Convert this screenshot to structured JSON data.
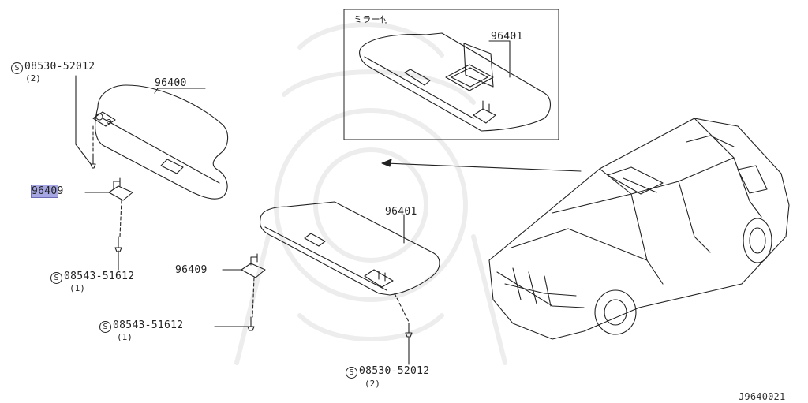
{
  "inset": {
    "title": "ミラー付",
    "part": "96401"
  },
  "labels": {
    "screw_top_left": {
      "part": "08530-52012",
      "qty": "(2)"
    },
    "visor_left": "96400",
    "holder_left": {
      "highlight": "9640",
      "rest": "9"
    },
    "screw_left_bottom": {
      "part": "08543-51612",
      "qty": "(1)"
    },
    "visor_right": "96401",
    "holder_right": "96409",
    "screw_mid": {
      "part": "08543-51612",
      "qty": "(1)"
    },
    "screw_bottom": {
      "part": "08530-52012",
      "qty": "(2)"
    }
  },
  "symbol": "S",
  "diagram_ref": "J9640021",
  "colors": {
    "highlight": "#a5a6e2",
    "ink": "#222222"
  }
}
